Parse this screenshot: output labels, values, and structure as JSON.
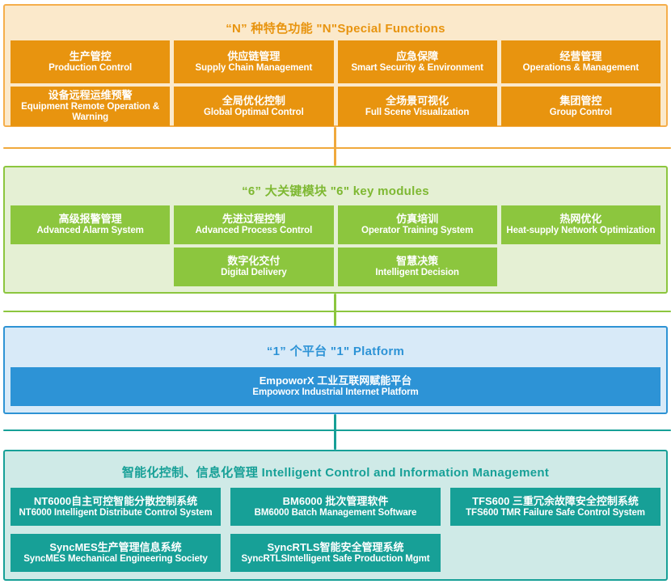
{
  "diagram": {
    "description": "Layered product architecture diagram: N special functions, 6 key modules, 1 platform, intelligent control and information management",
    "layers": [
      {
        "name": "special-functions",
        "title": "“N” 种特色功能 \"N\"Special Functions",
        "accent": "#E8940F",
        "bg": "#FBE9CB",
        "border": "#F5AE4B",
        "connector": "#F0A93C",
        "boxes": [
          {
            "zh": "生产管控",
            "en": "Production Control"
          },
          {
            "zh": "供应链管理",
            "en": "Supply Chain Management"
          },
          {
            "zh": "应急保障",
            "en": "Smart Security & Environment"
          },
          {
            "zh": "经营管理",
            "en": "Operations & Management"
          },
          {
            "zh": "设备远程运维预警",
            "en": "Equipment Remote Operation & Warning"
          },
          {
            "zh": "全局优化控制",
            "en": "Global Optimal Control"
          },
          {
            "zh": "全场景可视化",
            "en": "Full Scene Visualization"
          },
          {
            "zh": "集团管控",
            "en": "Group Control"
          }
        ]
      },
      {
        "name": "key-modules",
        "title": "“6” 大关键模块 \"6\" key modules",
        "accent": "#8CC63E",
        "bg": "#E5F0D4",
        "border": "#8CC63E",
        "connector": "#8CC63E",
        "boxes": [
          {
            "zh": "高级报警管理",
            "en": "Advanced Alarm System"
          },
          {
            "zh": "先进过程控制",
            "en": "Advanced Process Control"
          },
          {
            "zh": "仿真培训",
            "en": "Operator Training System"
          },
          {
            "zh": "热网优化",
            "en": "Heat-supply Network Optimization"
          },
          {
            "zh": "数字化交付",
            "en": "Digital Delivery"
          },
          {
            "zh": "智慧决策",
            "en": "Intelligent Decision"
          }
        ]
      },
      {
        "name": "platform",
        "title": "“1” 个平台 \"1\" Platform",
        "accent": "#2D93D6",
        "bg": "#D8EAF8",
        "border": "#2E93D4",
        "connector": "#17A097",
        "boxes": [
          {
            "zh": "EmpoworX 工业互联网赋能平台",
            "en": "Empoworx Industrial Internet Platform"
          }
        ]
      },
      {
        "name": "intelligent-control-information-management",
        "title": "智能化控制、信息化管理 Intelligent Control and Information Management",
        "accent": "#17A097",
        "bg": "#CFEAE7",
        "border": "#17A097",
        "boxes": [
          {
            "zh": "NT6000自主可控智能分散控制系统",
            "en": "NT6000 Intelligent Distribute Control System"
          },
          {
            "zh": "BM6000 批次管理软件",
            "en": "BM6000 Batch Management Software"
          },
          {
            "zh": "TFS600 三重冗余故障安全控制系统",
            "en": "TFS600 TMR Failure Safe Control System"
          },
          {
            "zh": "SyncMES生产管理信息系统",
            "en": "SyncMES Mechanical Engineering Society"
          },
          {
            "zh": "SyncRTLS智能安全管理系统",
            "en": "SyncRTLSIntelligent Safe Production Mgmt"
          }
        ]
      }
    ]
  }
}
